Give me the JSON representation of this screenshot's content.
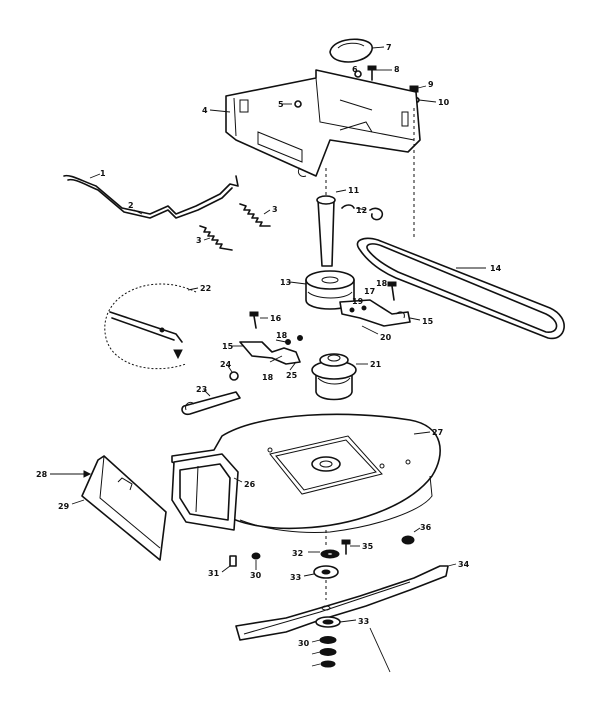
{
  "labels": {
    "l1": "1",
    "l2": "2",
    "l3a": "3",
    "l3b": "3",
    "l4": "4",
    "l5": "5",
    "l6": "6",
    "l7": "7",
    "l8": "8",
    "l9": "9",
    "l10": "10",
    "l11": "11",
    "l12": "12",
    "l13": "13",
    "l14": "14",
    "l15a": "15",
    "l15b": "15",
    "l16": "16",
    "l17": "17",
    "l18a": "18",
    "l18b": "18",
    "l18c": "18",
    "l19": "19",
    "l20": "20",
    "l21": "21",
    "l22": "22",
    "l23": "23",
    "l24": "24",
    "l25": "25",
    "l26": "26",
    "l27": "27",
    "l28": "28",
    "l29": "29",
    "l30a": "30",
    "l30b": "30",
    "l31": "31",
    "l32": "32",
    "l33a": "33",
    "l33b": "33",
    "l34": "34",
    "l35": "35",
    "l36": "36"
  }
}
